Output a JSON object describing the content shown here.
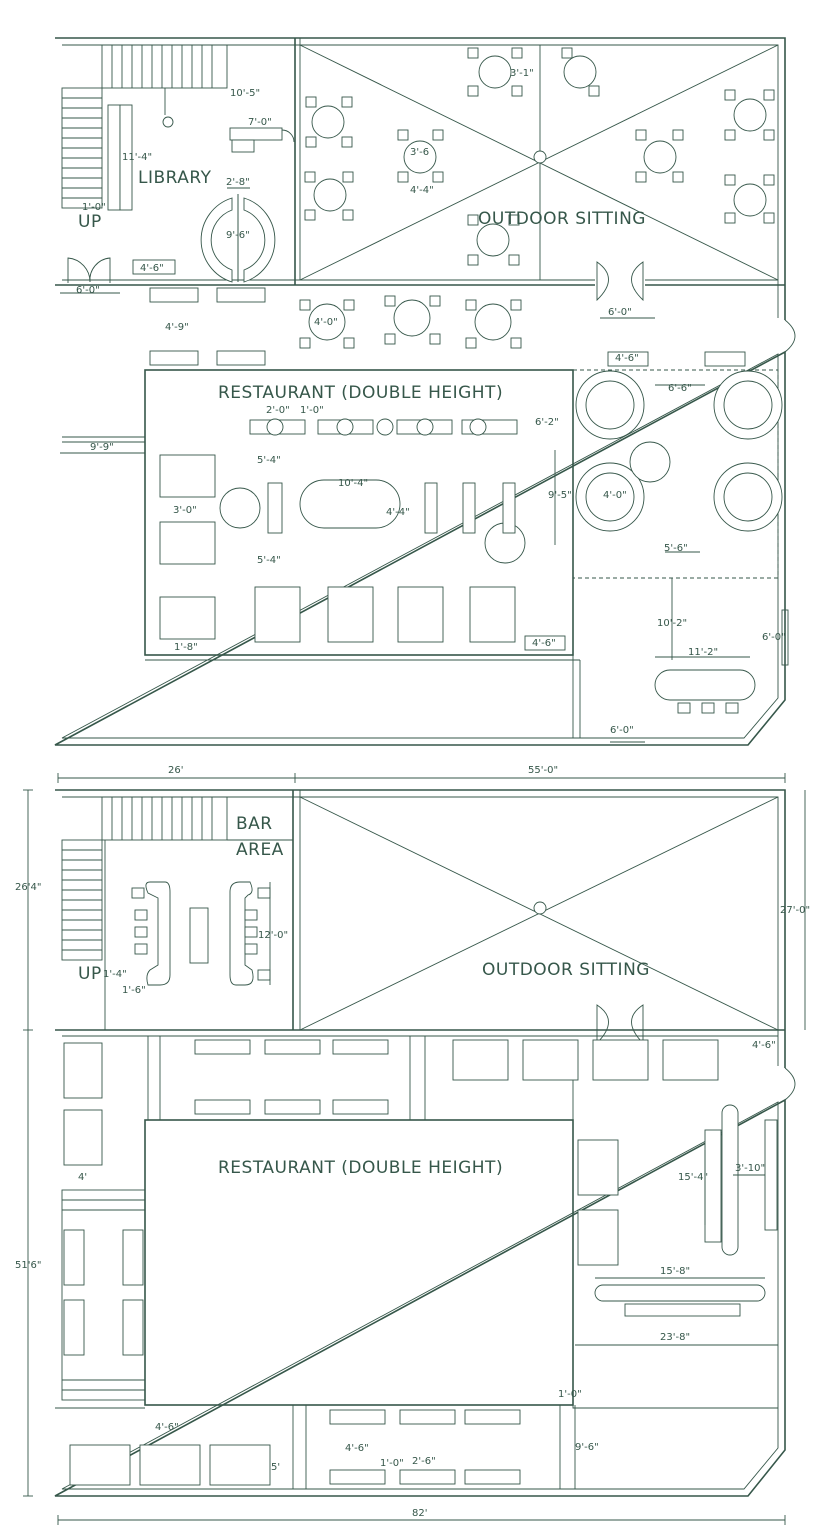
{
  "plans": {
    "upper": {
      "rooms": {
        "library": "LIBRARY",
        "outdoor": "OUTDOOR SITTING",
        "restaurant": "RESTAURANT (DOUBLE HEIGHT)",
        "up": "UP"
      },
      "dims": {
        "d10_5": "10'-5\"",
        "d7_0": "7'-0\"",
        "d11_4": "11'-4\"",
        "d1_0a": "1'-0\"",
        "d2_8": "2'-8\"",
        "d9_6": "9'-6\"",
        "d4_6a": "4'-6\"",
        "d6_0a": "6'-0\"",
        "d3_1": "3'-1\"",
        "d3_6": "3'-6",
        "d4_4": "4'-4\"",
        "d6_0b": "6'-0\"",
        "d4_9": "4'-9\"",
        "d4_0a": "4'-0\"",
        "d9_9": "9'-9\"",
        "d2_0": "2'-0\"",
        "d1_0b": "1'-0\"",
        "d6_2": "6'-2\"",
        "d4_6b": "4'-6\"",
        "d6_6": "6'-6\"",
        "d5_4a": "5'-4\"",
        "d10_4": "10'-4\"",
        "d4_4b": "4'-4\"",
        "d9_5": "9'-5\"",
        "d4_0b": "4'-0\"",
        "d3_0": "3'-0\"",
        "d5_4b": "5'-4\"",
        "d5_6": "5'-6\"",
        "d1_8": "1'-8\"",
        "d4_6c": "4'-6\"",
        "d10_2": "10'-2\"",
        "d11_2": "11'-2\"",
        "d6_0c": "6'-0\"",
        "d6_0d": "6'-0\"",
        "d26": "26'",
        "d55": "55'-0\""
      }
    },
    "lower": {
      "rooms": {
        "bar1": "BAR",
        "bar2": "AREA",
        "outdoor": "OUTDOOR SITTING",
        "restaurant": "RESTAURANT (DOUBLE HEIGHT)",
        "up": "UP"
      },
      "dims": {
        "d26_4": "26'4\"",
        "d27_0": "27'-0\"",
        "d12_0": "12'-0\"",
        "d1_4": "1'-4\"",
        "d1_6": "1'-6\"",
        "d4_6a": "4'-6\"",
        "d4": "4'",
        "d51_6": "51'6\"",
        "d15_4": "15'-4\"",
        "d3_10": "3'-10\"",
        "d15_8": "15'-8\"",
        "d23_8": "23'-8\"",
        "d1_0": "1'-0\"",
        "d4_6b": "4'-6\"",
        "d4_6c": "4'-6\"",
        "d1_0b": "1'-0\"",
        "d2_6": "2'-6\"",
        "d9_6": "9'-6\"",
        "d5": "5'",
        "d82": "82'"
      }
    }
  },
  "colors": {
    "line": "#36574a",
    "paper": "#ffffff"
  }
}
